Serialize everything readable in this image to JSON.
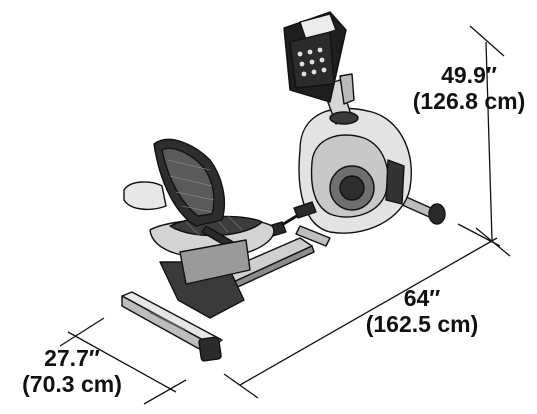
{
  "dimensions": {
    "height": {
      "imperial": "49.9″",
      "metric": "(126.8 cm)"
    },
    "length": {
      "imperial": "64″",
      "metric": "(162.5 cm)"
    },
    "width": {
      "imperial": "27.7″",
      "metric": "(70.3 cm)"
    }
  },
  "colors": {
    "ink": "#111111",
    "metal": "#d9d9d9",
    "dark": "#222222",
    "background": "#ffffff"
  }
}
